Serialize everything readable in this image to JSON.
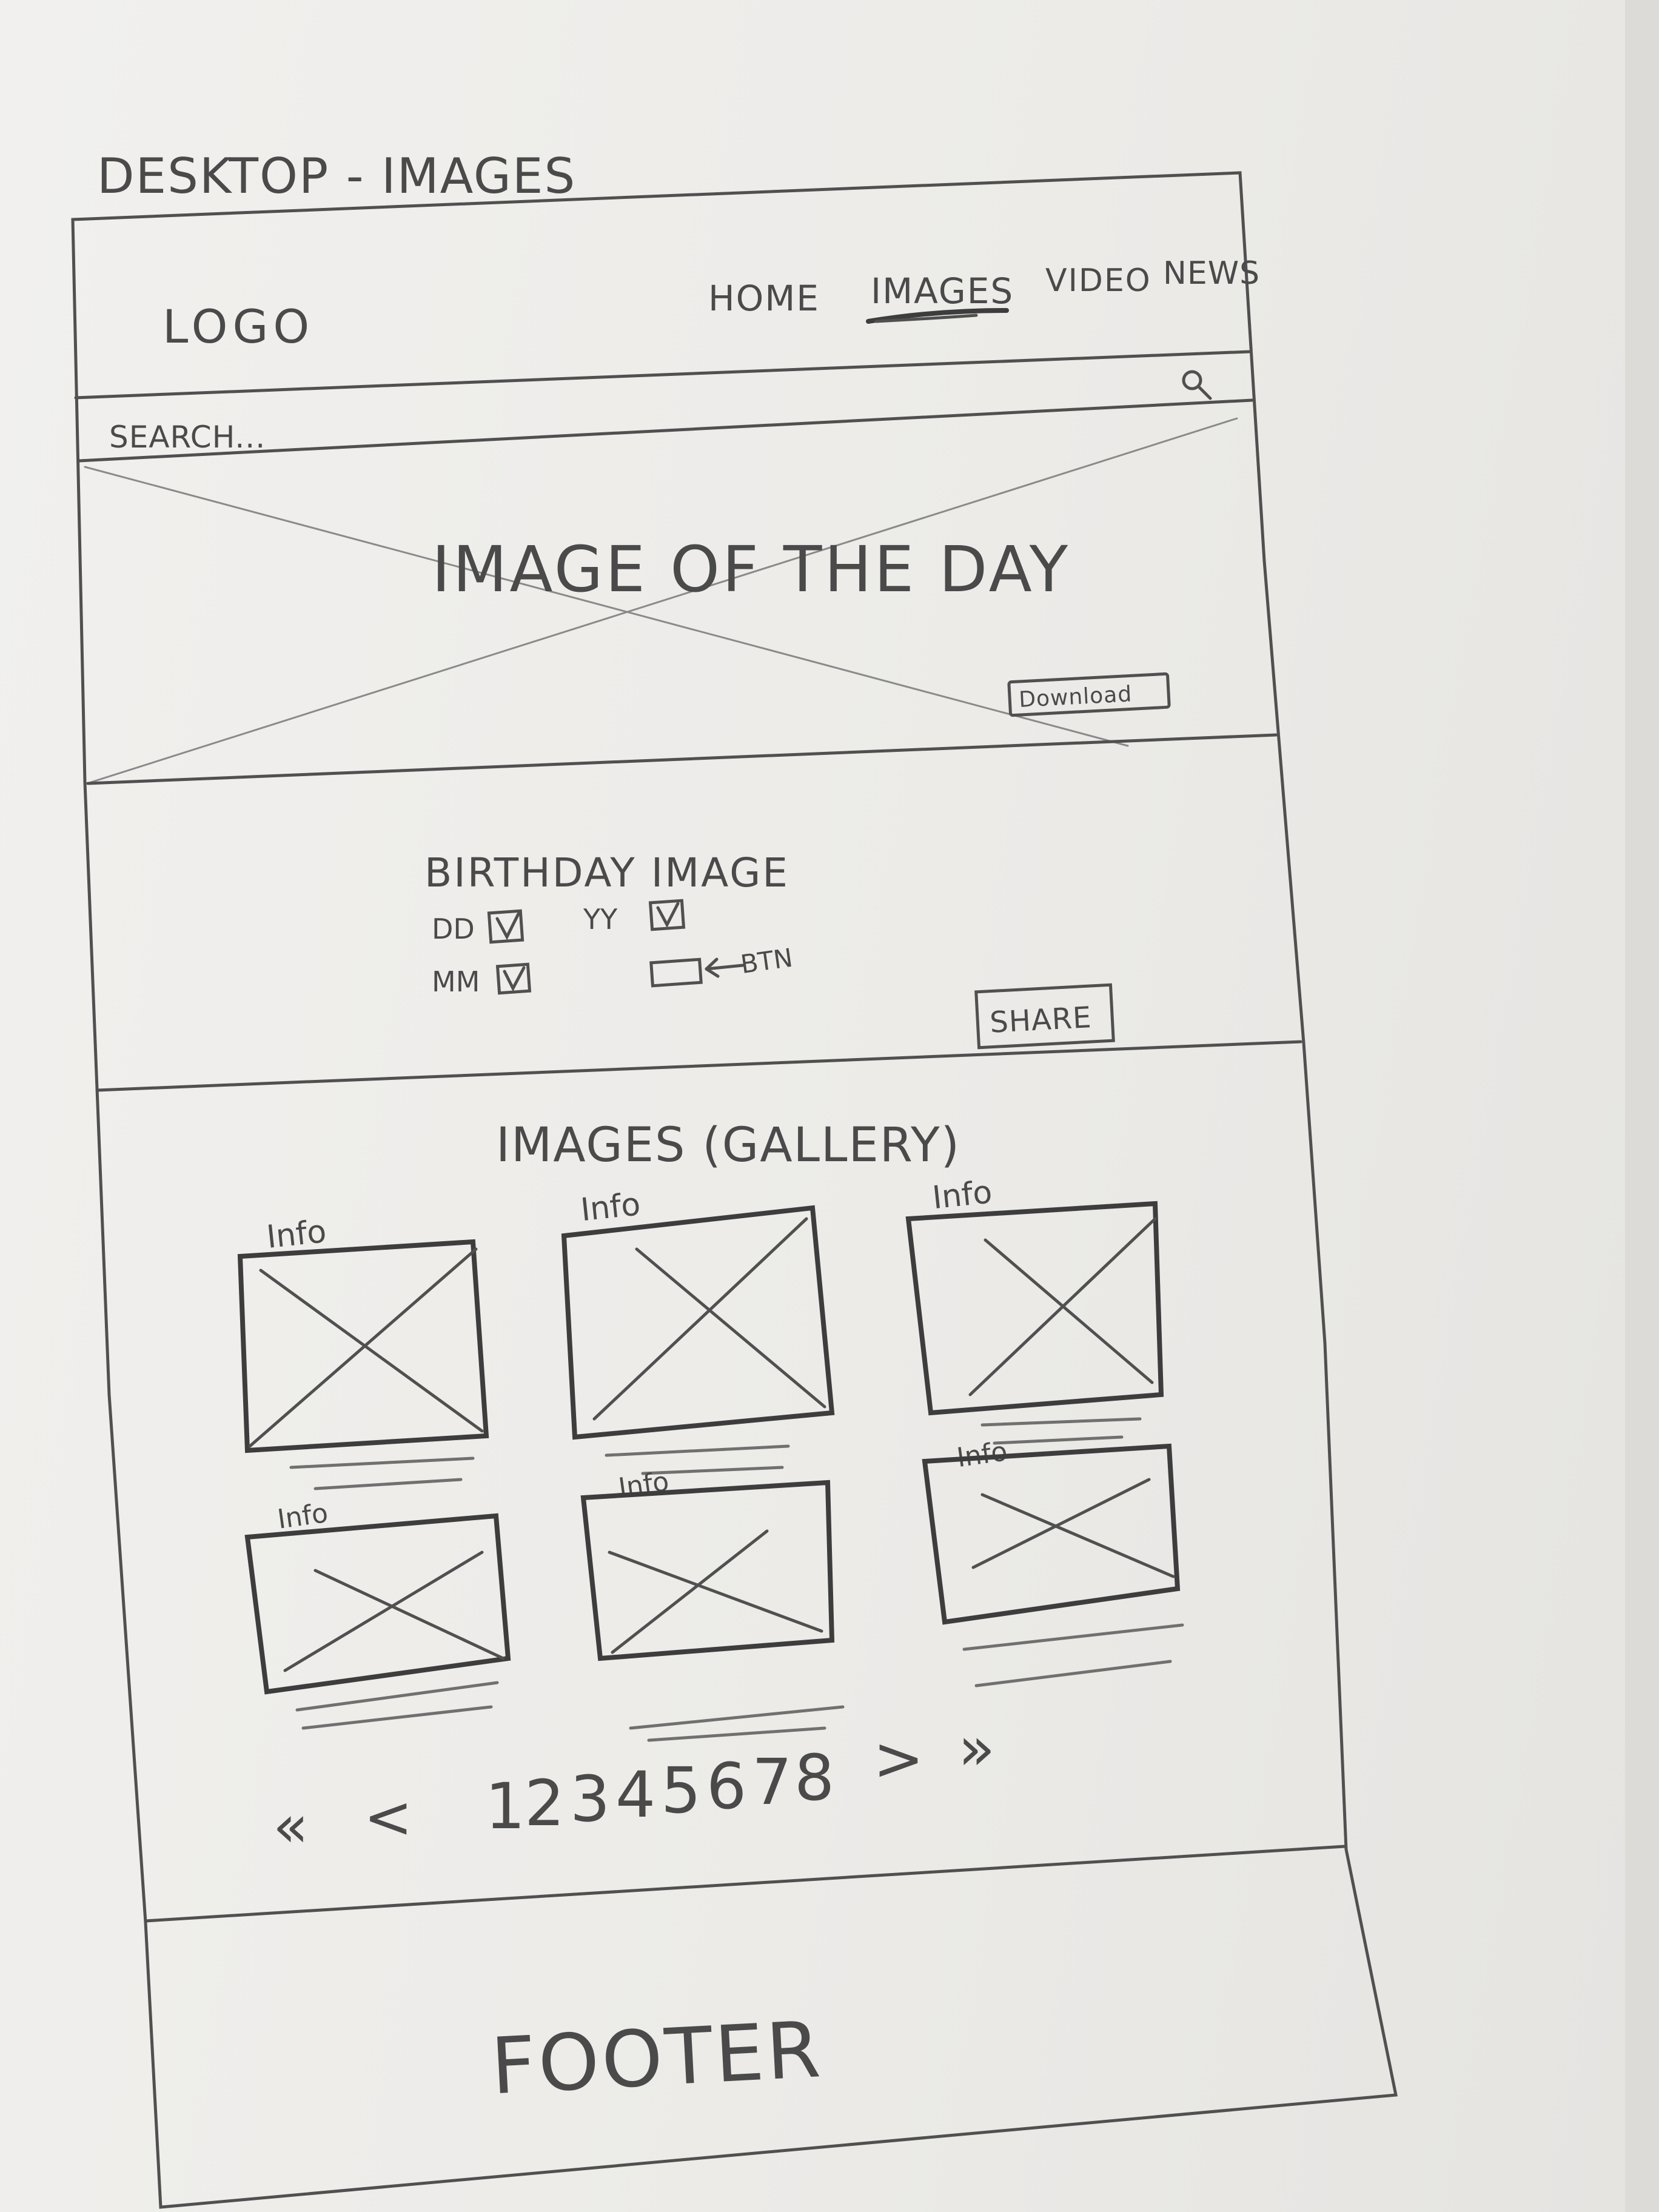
{
  "page_label": "DESKTOP - IMAGES",
  "header": {
    "logo": "LOGO",
    "nav": [
      "HOME",
      "IMAGES",
      "VIDEO",
      "NEWS"
    ],
    "active_nav": "IMAGES"
  },
  "search": {
    "placeholder": "SEARCH...",
    "icon": "search-icon"
  },
  "hero": {
    "title": "IMAGE OF THE DAY",
    "download_label": "Download"
  },
  "birthday": {
    "title": "BIRTHDAY IMAGE",
    "dd_label": "DD",
    "mm_label": "MM",
    "yy_label": "YY",
    "btn_note": "BTN",
    "share_label": "SHARE"
  },
  "gallery": {
    "title": "IMAGES (GALLERY)",
    "items": [
      {
        "info": "Info"
      },
      {
        "info": "Info"
      },
      {
        "info": "Info"
      },
      {
        "info": "Info"
      },
      {
        "info": "Info"
      },
      {
        "info": "Info"
      }
    ],
    "pagination": {
      "first": "«",
      "prev": "<",
      "pages": [
        "1",
        "2",
        "3",
        "4",
        "5",
        "6",
        "7",
        "8"
      ],
      "next": ">",
      "last": "»"
    }
  },
  "footer": {
    "label": "FOOTER"
  }
}
